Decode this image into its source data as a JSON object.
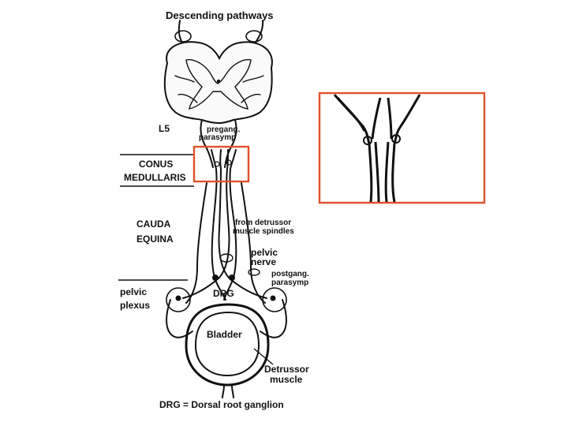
{
  "labels": {
    "descending": "Descending  pathways",
    "l5": "L5",
    "pregang_1": "pregang.",
    "pregang_2": "parasymp",
    "conus_1": "CONUS",
    "conus_2": "MEDULLARIS",
    "cauda_1": "CAUDA",
    "cauda_2": "EQUINA",
    "detrusor_spindles_1": "from detrussor",
    "detrusor_spindles_2": "muscle spindles",
    "pelvic_nerve_1": "pelvic",
    "pelvic_nerve_2": "nerve",
    "postgang_1": "postgang.",
    "postgang_2": "parasymp",
    "pelvic_plexus_1": "pelvic",
    "pelvic_plexus_2": "plexus",
    "drg": "DRG",
    "bladder": "Bladder",
    "detrusor_muscle_1": "Detrussor",
    "detrusor_muscle_2": "muscle",
    "footer": "DRG = Dorsal root ganglion"
  },
  "colors": {
    "highlight": "#e0522a",
    "ink": "#111111"
  }
}
